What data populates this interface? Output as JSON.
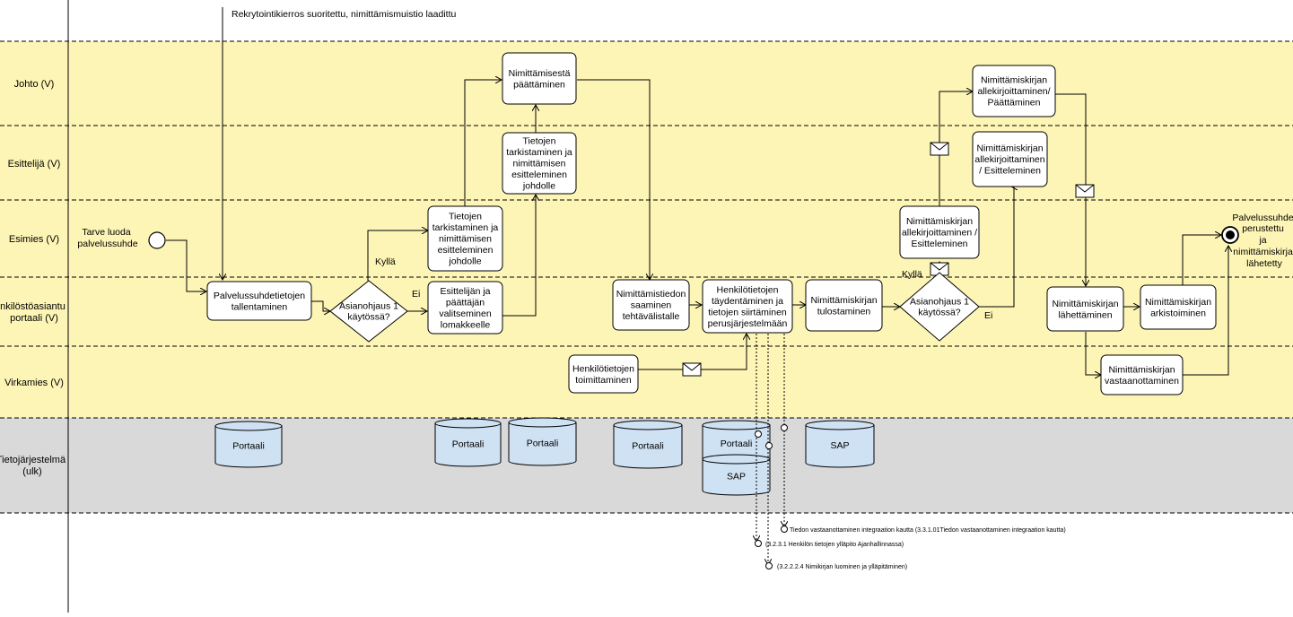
{
  "trigger_text": "Rekrytointikierros suoritettu, nimittämismuistio laadittu",
  "lanes": [
    {
      "id": "johto",
      "label": "Johto (V)",
      "lines": [
        "Johto (V)"
      ]
    },
    {
      "id": "esittelija",
      "label": "Esittelijä (V)",
      "lines": [
        "Esittelijä (V)"
      ]
    },
    {
      "id": "esimies",
      "label": "Esimies (V)",
      "lines": [
        "Esimies (V)"
      ]
    },
    {
      "id": "henkilosto",
      "label": "Henkilöstöasiantuntija portaali (V)",
      "lines": [
        "nkilöstöasiantu",
        "portaali (V)"
      ]
    },
    {
      "id": "virkamies",
      "label": "Virkamies (V)",
      "lines": [
        "Virkamies (V)"
      ]
    },
    {
      "id": "tieto",
      "label": "Tietojärjestelmä (ulk)",
      "lines": [
        "Tietojärjestelmä",
        "(ulk)"
      ]
    }
  ],
  "start_event": {
    "label": "Tarve luoda palvelussuhde",
    "lines": [
      "Tarve luoda",
      "palvelussuhde"
    ]
  },
  "end_event": {
    "label": "Palvelussuhde perustettu ja nimittämiskirja lähetetty",
    "lines": [
      "Palvelussuhde",
      "perustettu",
      "ja",
      "nimittämiskirja",
      "lähetetty"
    ]
  },
  "tasks": [
    {
      "id": "t1",
      "lines": [
        "Palvelussuhdetietojen",
        "tallentaminen"
      ]
    },
    {
      "id": "t2",
      "lines": [
        "Tietojen",
        "tarkistaminen ja",
        "nimittämisen",
        "esitteleminen",
        "johdolle"
      ]
    },
    {
      "id": "t3",
      "lines": [
        "Esittelijän ja",
        "päättäjän",
        "valitseminen",
        "lomakkeelle"
      ]
    },
    {
      "id": "t4",
      "lines": [
        "Tietojen",
        "tarkistaminen ja",
        "nimittämisen",
        "esitteleminen",
        "johdolle"
      ]
    },
    {
      "id": "t5",
      "lines": [
        "Nimittämisestä",
        "päättäminen"
      ]
    },
    {
      "id": "t6",
      "lines": [
        "Nimittämistiedon",
        "saaminen",
        "tehtävälistalle"
      ]
    },
    {
      "id": "t7",
      "lines": [
        "Henkilötietojen",
        "toimittaminen"
      ]
    },
    {
      "id": "t8",
      "lines": [
        "Henkilötietojen",
        "täydentäminen ja",
        "tietojen siirtäminen",
        "perusjärjestelmään"
      ]
    },
    {
      "id": "t9",
      "lines": [
        "Nimittämiskirjan",
        "tulostaminen"
      ]
    },
    {
      "id": "t10",
      "lines": [
        "Nimittämiskirjan",
        "allekirjoittaminen /",
        "Esitteleminen"
      ]
    },
    {
      "id": "t11",
      "lines": [
        "Nimittämiskirjan",
        "allekirjoittaminen",
        "/ Esitteleminen"
      ]
    },
    {
      "id": "t12",
      "lines": [
        "Nimittämiskirjan",
        "allekirjoittaminen/",
        "Päättäminen"
      ]
    },
    {
      "id": "t13",
      "lines": [
        "Nimittämiskirjan",
        "lähettäminen"
      ]
    },
    {
      "id": "t14",
      "lines": [
        "Nimittämiskirjan",
        "arkistoiminen"
      ]
    },
    {
      "id": "t15",
      "lines": [
        "Nimittämiskirjan",
        "vastaanottaminen"
      ]
    }
  ],
  "gateways": [
    {
      "id": "g1",
      "lines": [
        "Asianohjaus 1",
        "käytössä?"
      ],
      "yes": "Kyllä",
      "no": "Ei"
    },
    {
      "id": "g2",
      "lines": [
        "Asianohjaus 1",
        "käytössä?"
      ],
      "yes": "Kyllä",
      "no": "Ei"
    }
  ],
  "datastores": [
    {
      "id": "d1",
      "label": "Portaali"
    },
    {
      "id": "d2",
      "label": "Portaali"
    },
    {
      "id": "d3",
      "label": "Portaali"
    },
    {
      "id": "d4",
      "label": "Portaali"
    },
    {
      "id": "d5",
      "label": "Portaali"
    },
    {
      "id": "d6",
      "label": "SAP"
    },
    {
      "id": "d7",
      "label": "SAP"
    }
  ],
  "references": [
    {
      "id": "r1",
      "label": "Tiedon vastaanottaminen integraation kautta (3.3.1.01Tiedon vastaanottaminen integraation kautta)"
    },
    {
      "id": "r2",
      "label": "(3.2.3.1 Henkilön tietojen ylläpito Ajanhallinnassa)"
    },
    {
      "id": "r3",
      "label": "(3.2.2.2.4 Nimikirjan luominen ja ylläpitäminen)"
    }
  ],
  "colors": {
    "lane_yellow": "#fdf5b5",
    "lane_grey": "#d9d9d9",
    "datastore_fill": "#cfe2f3",
    "lane_border": "#000000"
  }
}
